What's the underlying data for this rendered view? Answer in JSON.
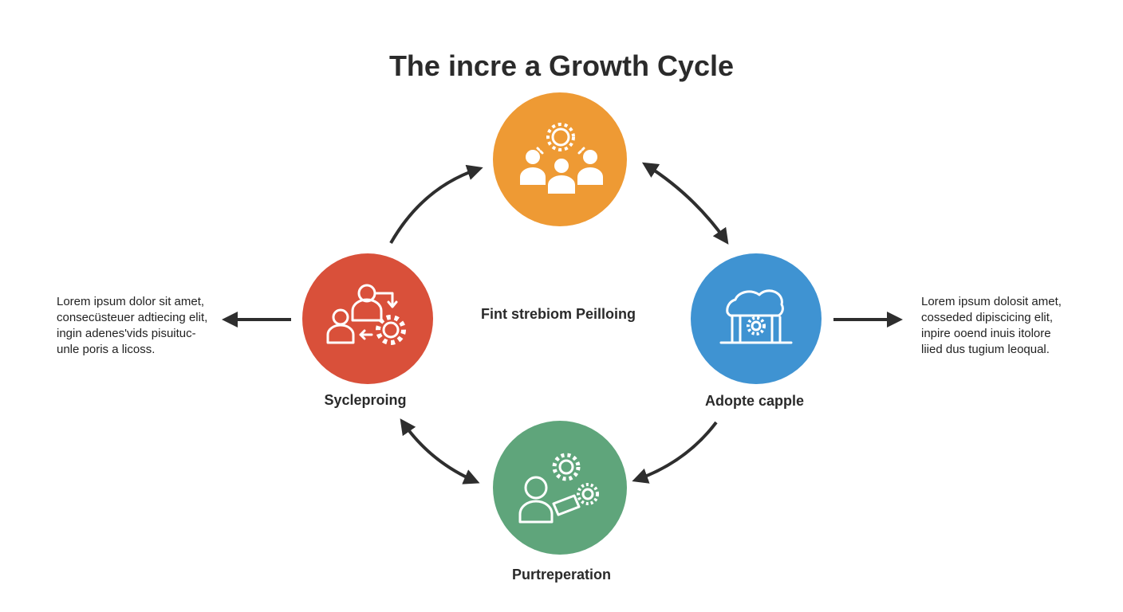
{
  "title": "The incre a Growth Cycle",
  "center_label": "Fint strebiom Peilloing",
  "nodes": [
    {
      "id": "top",
      "label": "",
      "color": "#EE9A34",
      "icon": "team-gear-icon"
    },
    {
      "id": "left",
      "label": "Sycleproing",
      "color": "#D9503A",
      "icon": "people-gear-icon"
    },
    {
      "id": "right",
      "label": "Adopte capple",
      "color": "#3F93D2",
      "icon": "building-gear-icon"
    },
    {
      "id": "bottom",
      "label": "Purtreperation",
      "color": "#5FA57B",
      "icon": "person-tool-gear-icon"
    }
  ],
  "left_text": [
    "Lorem ipsum dolor sit amet,",
    "consecüsteuer adtiecing elit,",
    "ingin adenes'vids pisuituc-",
    "unle poris a licoss."
  ],
  "right_text": [
    "Lorem ipsum dolosit amet,",
    "cosseded dipiscicing elit,",
    "inpire ooend inuis itolore",
    "liied dus tugium leoqual."
  ],
  "arrow_color": "#2e2e2e"
}
